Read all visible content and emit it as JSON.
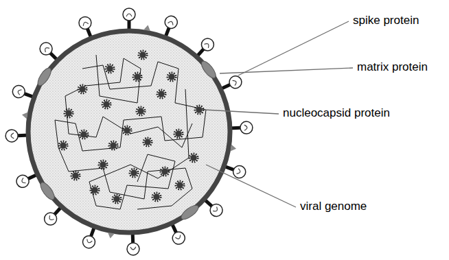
{
  "diagram": {
    "labels": [
      "spike protein",
      "matrix protein",
      "nucleocapsid protein",
      "viral genome"
    ]
  }
}
